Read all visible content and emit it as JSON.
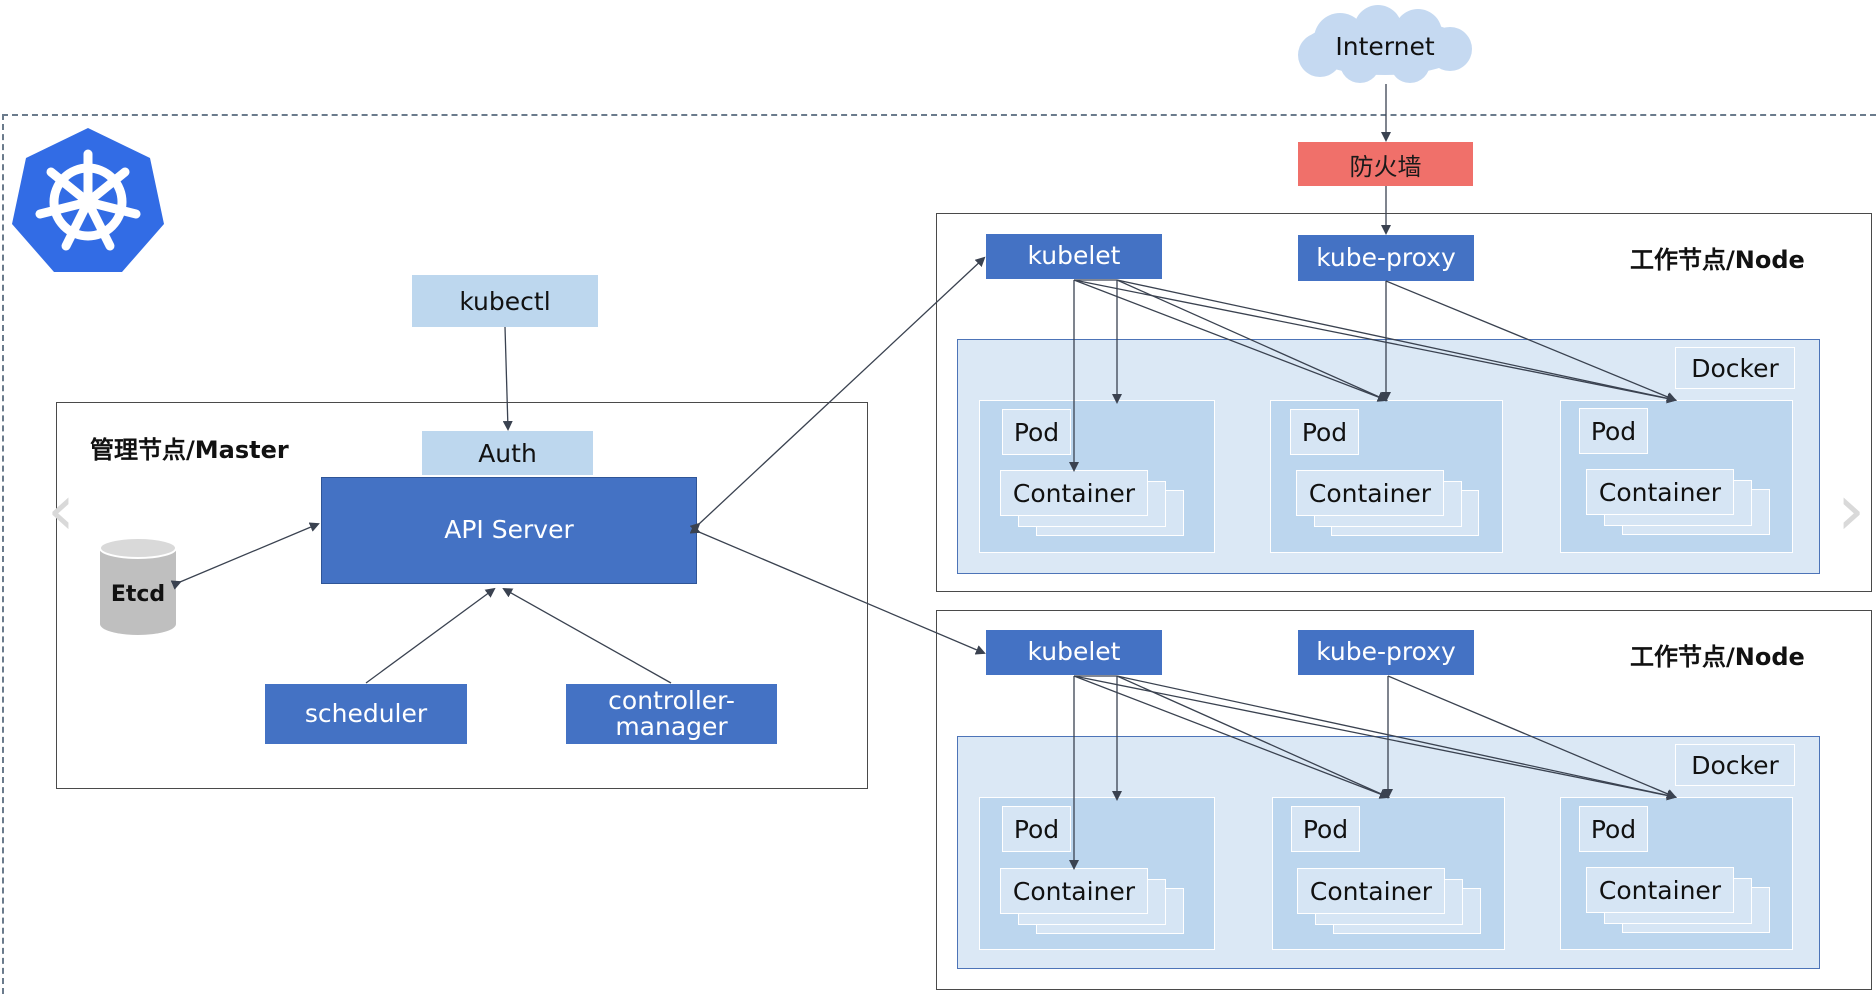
{
  "internet": "Internet",
  "firewall": "防火墙",
  "master": {
    "title": "管理节点/Master",
    "kubectl": "kubectl",
    "auth": "Auth",
    "api_server": "API Server",
    "etcd": "Etcd",
    "scheduler": "scheduler",
    "controller_manager": "controller-\nmanager"
  },
  "nodes": [
    {
      "title": "工作节点/Node",
      "kubelet": "kubelet",
      "kube_proxy": "kube-proxy",
      "docker": "Docker",
      "pods": [
        {
          "pod": "Pod",
          "container": "Container"
        },
        {
          "pod": "Pod",
          "container": "Container"
        },
        {
          "pod": "Pod",
          "container": "Container"
        }
      ]
    },
    {
      "title": "工作节点/Node",
      "kubelet": "kubelet",
      "kube_proxy": "kube-proxy",
      "docker": "Docker",
      "pods": [
        {
          "pod": "Pod",
          "container": "Container"
        },
        {
          "pod": "Pod",
          "container": "Container"
        },
        {
          "pod": "Pod",
          "container": "Container"
        }
      ]
    }
  ],
  "icons": {
    "logo": "kubernetes-helm-wheel-icon",
    "prev": "chevron-left-icon",
    "next": "chevron-right-icon"
  },
  "colors": {
    "component_blue": "#4472c4",
    "light_blue": "#bdd7ee",
    "docker_bg": "#dbe8f5",
    "pod_bg": "#bcd6ee",
    "firewall_red": "#f0706a",
    "logo_blue": "#326ce5"
  }
}
